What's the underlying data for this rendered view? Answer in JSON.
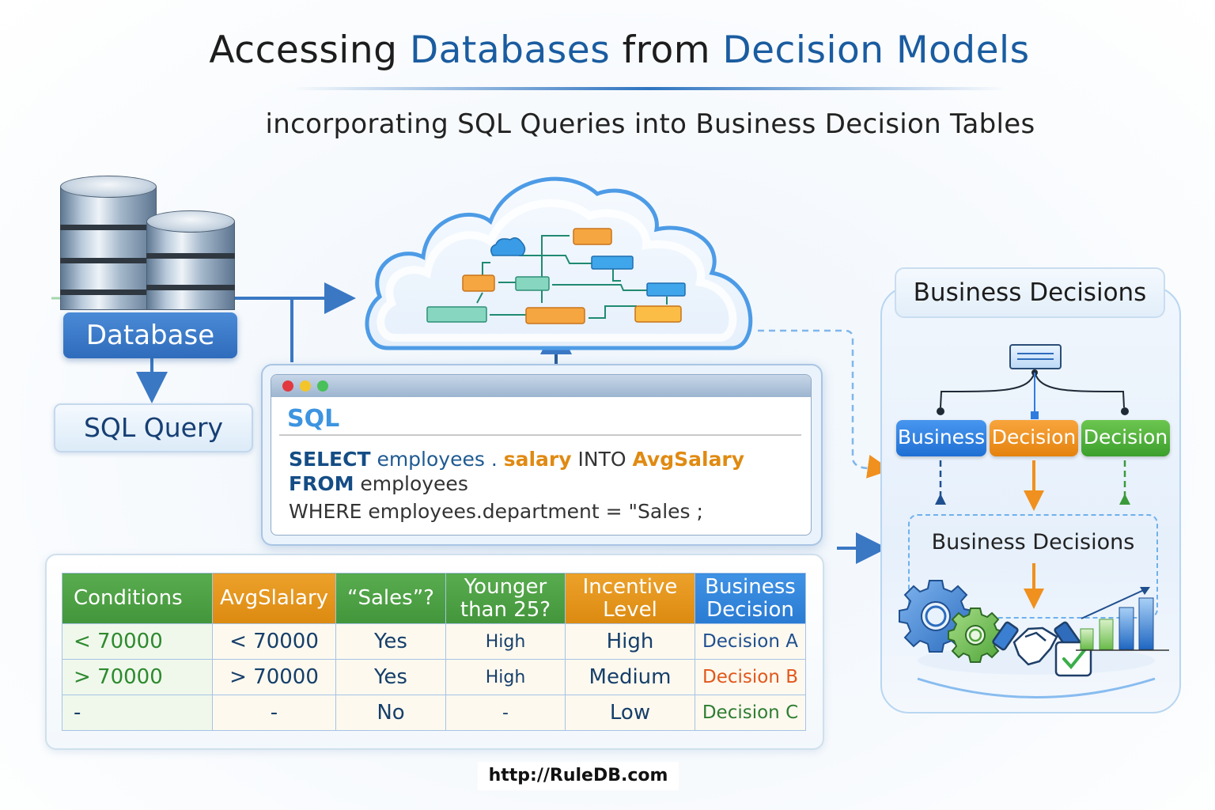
{
  "title": {
    "part1": "Accessing ",
    "highlight1": "Databases",
    "part2": " from ",
    "highlight2": "Decision Models"
  },
  "subtitle": "incorporating SQL Queries into Business Decision Tables",
  "database": {
    "icon": "database-stack-icon",
    "label": "Database"
  },
  "sql_query_box": {
    "label": "SQL Query"
  },
  "sql_window": {
    "heading": "SQL",
    "window_buttons": [
      "close",
      "minimize",
      "maximize"
    ],
    "lines": [
      {
        "tokens": [
          {
            "text": "SELECT",
            "style": "keyword"
          },
          {
            "text": " employees . ",
            "style": "identifier"
          },
          {
            "text": "salary",
            "style": "highlight"
          },
          {
            "text": " INTO ",
            "style": "plain"
          },
          {
            "text": "AvgSalary",
            "style": "highlight"
          }
        ]
      },
      {
        "tokens": [
          {
            "text": "FROM",
            "style": "keyword"
          },
          {
            "text": " employees",
            "style": "plain"
          }
        ]
      },
      {
        "tokens": [
          {
            "text": "WHERE employees.department = \"Sales ;",
            "style": "plain"
          }
        ]
      }
    ]
  },
  "cloud": {
    "icon": "cloud-decision-model-icon"
  },
  "decision_table": {
    "headers": [
      {
        "label": "Conditions",
        "color": "green"
      },
      {
        "label": "AvgSlalary",
        "color": "orange"
      },
      {
        "label": "“Sales”?",
        "color": "green"
      },
      {
        "label": "Younger than 25?",
        "color": "green"
      },
      {
        "label": "Incentive Level",
        "color": "orange"
      },
      {
        "label": "Business Decision",
        "color": "blue"
      }
    ],
    "rows": [
      [
        "< 70000",
        "< 70000",
        "Yes",
        "High",
        "High",
        "Decision A"
      ],
      [
        "> 70000",
        "> 70000",
        "Yes",
        "High",
        "Medium",
        "Decision B"
      ],
      [
        "-",
        "-",
        "No",
        "-",
        "Low",
        "Decision C"
      ]
    ],
    "decision_colors": [
      "#1f4f8f",
      "#e2571b",
      "#2e7d32"
    ]
  },
  "business_decisions": {
    "header": "Business Decisions",
    "buttons": [
      {
        "label": "Business",
        "color": "#2f7ce0"
      },
      {
        "label": "Decision",
        "color": "#f0901e"
      },
      {
        "label": "Decision",
        "color": "#4caf3a"
      }
    ],
    "inner_label": "Business Decisions",
    "icons": [
      "gears-icon",
      "handshake-icon",
      "checkmark-icon",
      "growth-chart-icon"
    ]
  },
  "footer": {
    "url": "http://RuleDB.com"
  },
  "colors": {
    "title_highlight": "#1a5ca0",
    "accent_blue": "#2f6cbc",
    "accent_orange": "#e08a12",
    "accent_green": "#43953b"
  }
}
